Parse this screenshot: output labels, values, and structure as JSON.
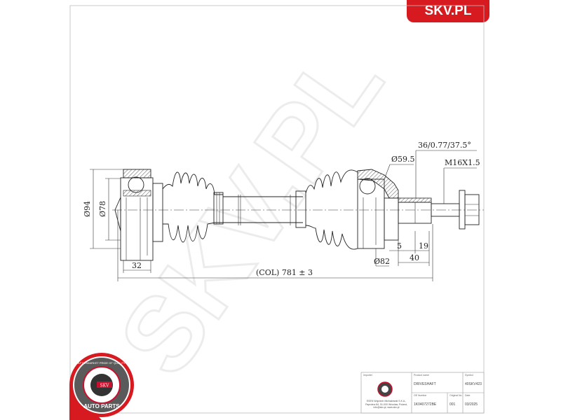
{
  "brand": {
    "label": "SKV.PL",
    "color": "#d71920"
  },
  "watermark": "SKV.PL",
  "dimensions": {
    "diameter_outer_left": "Ø94",
    "diameter_inner_left": "Ø78",
    "length_left_joint": "32",
    "spline": "36/0.77/37.5°",
    "thread": "M16X1.5",
    "diameter_right_joint": "Ø59.5",
    "diameter_right_boot": "Ø82",
    "length_5": "5",
    "length_19": "19",
    "length_40": "40",
    "overall_length": "(COL) 781 ± 3"
  },
  "seal": {
    "top_text": "AFTERMARKET PRIDE OF QUALITY",
    "center": "SKV",
    "bottom_text": "AUTO PARTS",
    "color": "#c8102e"
  },
  "title_block": {
    "importer_label": "Importer",
    "importer_text": "ESEN Wojciech Michalowski S.K.A., Paprotna 84, 51-000 Wroclaw, Poland, info@skv.pl, www.skv.pl",
    "product_label": "Product name",
    "product_value": "DRIVESHAFT",
    "symbol_label": "Symbol",
    "symbol_value": "40SKV423",
    "oe_label": "OE Number",
    "oe_value": "1K0407272BE",
    "original_label": "Original No.",
    "original_value": "001",
    "date_label": "Date",
    "date_value": "03/2025"
  }
}
